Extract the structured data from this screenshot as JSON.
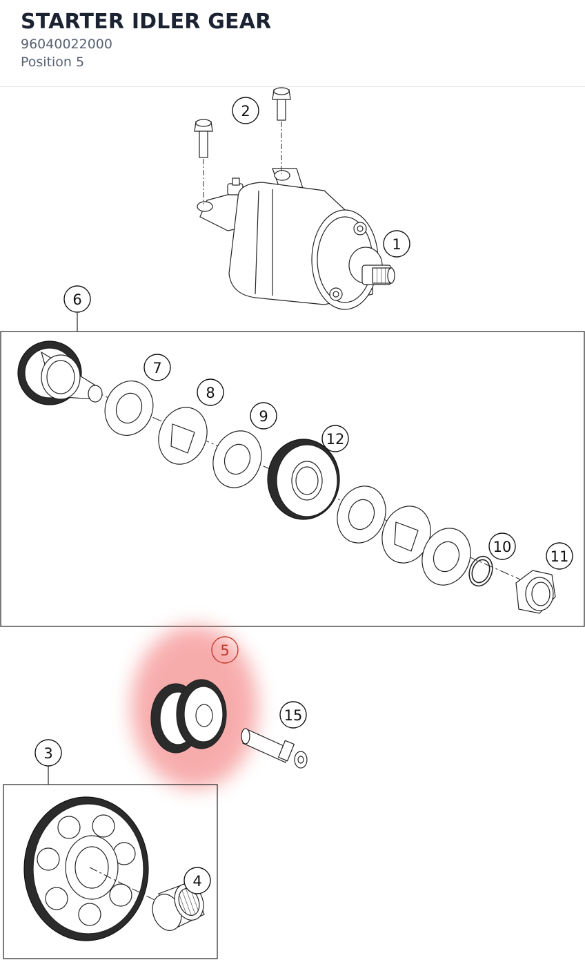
{
  "header": {
    "title": "STARTER IDLER GEAR",
    "part_number": "96040022000",
    "position": "Position 5"
  },
  "diagram": {
    "callouts": [
      "1",
      "2",
      "3",
      "4",
      "5",
      "6",
      "7",
      "8",
      "9",
      "10",
      "11",
      "12",
      "15"
    ],
    "highlighted_callout": "5",
    "colors": {
      "line": "#222222",
      "highlight": "#f26b6b",
      "highlight_text": "#c0392b",
      "gear_dark": "#2b2b2b"
    }
  }
}
